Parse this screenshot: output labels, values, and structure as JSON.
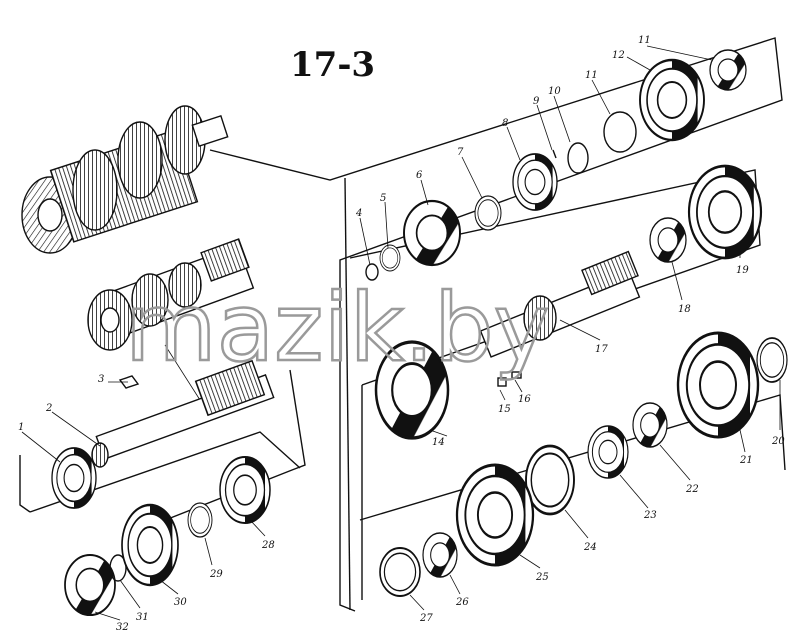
{
  "figure": {
    "title": "17-3",
    "watermark": "mazik.by"
  },
  "callouts": [
    {
      "id": "c1",
      "text": "1"
    },
    {
      "id": "c2",
      "text": "2"
    },
    {
      "id": "c3",
      "text": "3"
    },
    {
      "id": "c4",
      "text": "4"
    },
    {
      "id": "c5",
      "text": "5"
    },
    {
      "id": "c6",
      "text": "6"
    },
    {
      "id": "c7",
      "text": "7"
    },
    {
      "id": "c8",
      "text": "8"
    },
    {
      "id": "c9",
      "text": "9"
    },
    {
      "id": "c10",
      "text": "10"
    },
    {
      "id": "c11a",
      "text": "11"
    },
    {
      "id": "c11b",
      "text": "11"
    },
    {
      "id": "c12",
      "text": "12"
    },
    {
      "id": "c14",
      "text": "14"
    },
    {
      "id": "c15",
      "text": "15"
    },
    {
      "id": "c16",
      "text": "16"
    },
    {
      "id": "c17",
      "text": "17"
    },
    {
      "id": "c18",
      "text": "18"
    },
    {
      "id": "c19",
      "text": "19"
    },
    {
      "id": "c20",
      "text": "20"
    },
    {
      "id": "c21",
      "text": "21"
    },
    {
      "id": "c22",
      "text": "22"
    },
    {
      "id": "c23",
      "text": "23"
    },
    {
      "id": "c24",
      "text": "24"
    },
    {
      "id": "c25",
      "text": "25"
    },
    {
      "id": "c26",
      "text": "26"
    },
    {
      "id": "c27",
      "text": "27"
    },
    {
      "id": "c28",
      "text": "28"
    },
    {
      "id": "c29",
      "text": "29"
    },
    {
      "id": "c30",
      "text": "30"
    },
    {
      "id": "c31",
      "text": "31"
    },
    {
      "id": "c32",
      "text": "32"
    }
  ]
}
